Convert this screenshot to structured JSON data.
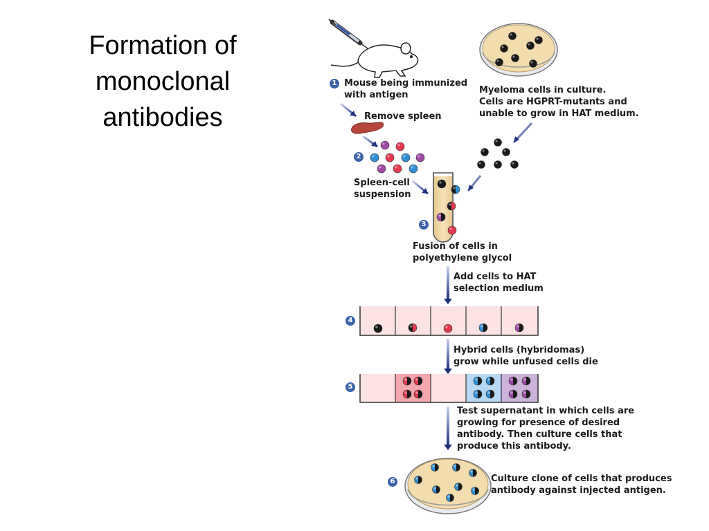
{
  "slide": {
    "title_lines": [
      "Formation of",
      "monoclonal",
      "antibodies"
    ]
  },
  "steps": {
    "s1": {
      "number": "1",
      "label_lines": [
        "Mouse being immunized",
        "with antigen"
      ]
    },
    "remove_spleen": "Remove spleen",
    "myeloma_lines": [
      "Myeloma cells in culture.",
      "Cells are HGPRT-mutants and",
      "unable to grow in HAT medium."
    ],
    "s2": {
      "number": "2",
      "label_lines": [
        "Spleen-cell",
        "suspension"
      ]
    },
    "s3": {
      "number": "3",
      "label_lines": [
        "Fusion of cells in",
        "polyethylene glycol"
      ]
    },
    "add_hat_lines": [
      "Add cells to HAT",
      "selection medium"
    ],
    "s4": {
      "number": "4"
    },
    "hybrid_lines": [
      "Hybrid cells (hybridomas)",
      "grow while unfused cells die"
    ],
    "s5": {
      "number": "5"
    },
    "test_lines": [
      "Test supernatant in which cells are",
      "growing for presence of desired",
      "antibody. Then culture cells that",
      "produce this antibody."
    ],
    "s6": {
      "number": "6",
      "label_lines": [
        "Culture clone of cells that produces",
        "antibody against injected antigen."
      ]
    }
  },
  "colors": {
    "myeloma": "#1a1a1a",
    "spleen_blue": "#2f8fd6",
    "spleen_red": "#e63950",
    "spleen_purple": "#a04aa8",
    "medium": "#f3dcae",
    "well": "#fbe3e3",
    "arrow": "#2a3c8c",
    "step_badge": "#3b63a8"
  }
}
